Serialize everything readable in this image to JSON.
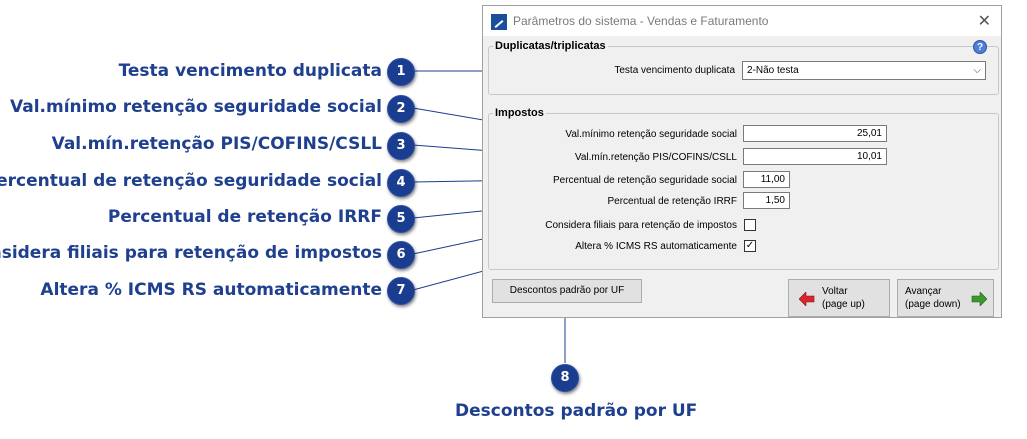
{
  "window": {
    "title": "Parâmetros do sistema - Vendas e Faturamento",
    "close_glyph": "✕"
  },
  "duplicatas": {
    "legend": "Duplicatas/triplicatas",
    "help_glyph": "?",
    "testa_label": "Testa vencimento duplicata",
    "testa_value": "2-Não testa"
  },
  "impostos": {
    "legend": "Impostos",
    "val_min_seg_label": "Val.mínimo retenção seguridade social",
    "val_min_seg_value": "25,01",
    "val_min_pis_label": "Val.mín.retenção PIS/COFINS/CSLL",
    "val_min_pis_value": "10,01",
    "perc_seg_label": "Percentual de retenção seguridade social",
    "perc_seg_value": "11,00",
    "perc_irrf_label": "Percentual de retenção IRRF",
    "perc_irrf_value": "1,50",
    "filiais_label": "Considera filiais para retenção de impostos",
    "filiais_checked": false,
    "icms_label": "Altera % ICMS RS automaticamente",
    "icms_checked": true,
    "check_glyph": "✓"
  },
  "buttons": {
    "descontos": "Descontos padrão por UF",
    "voltar_line1": "Voltar",
    "voltar_line2": "(page up)",
    "avancar_line1": "Avançar",
    "avancar_line2": "(page down)"
  },
  "callouts": [
    {
      "num": "1",
      "text": "Testa vencimento duplicata"
    },
    {
      "num": "2",
      "text": "Val.mínimo retenção seguridade social"
    },
    {
      "num": "3",
      "text": "Val.mín.retenção PIS/COFINS/CSLL"
    },
    {
      "num": "4",
      "text": "Percentual de retenção seguridade social"
    },
    {
      "num": "5",
      "text": "Percentual de retenção IRRF"
    },
    {
      "num": "6",
      "text": "Considera filiais para retenção de impostos"
    },
    {
      "num": "7",
      "text": "Altera % ICMS RS automaticamente"
    },
    {
      "num": "8",
      "text": "Descontos padrão por UF"
    }
  ],
  "colors": {
    "badge": "#1b3d8f",
    "callout_text": "#1f3f8f",
    "arrow_red": "#d9262c",
    "arrow_green": "#3a9a2a"
  }
}
